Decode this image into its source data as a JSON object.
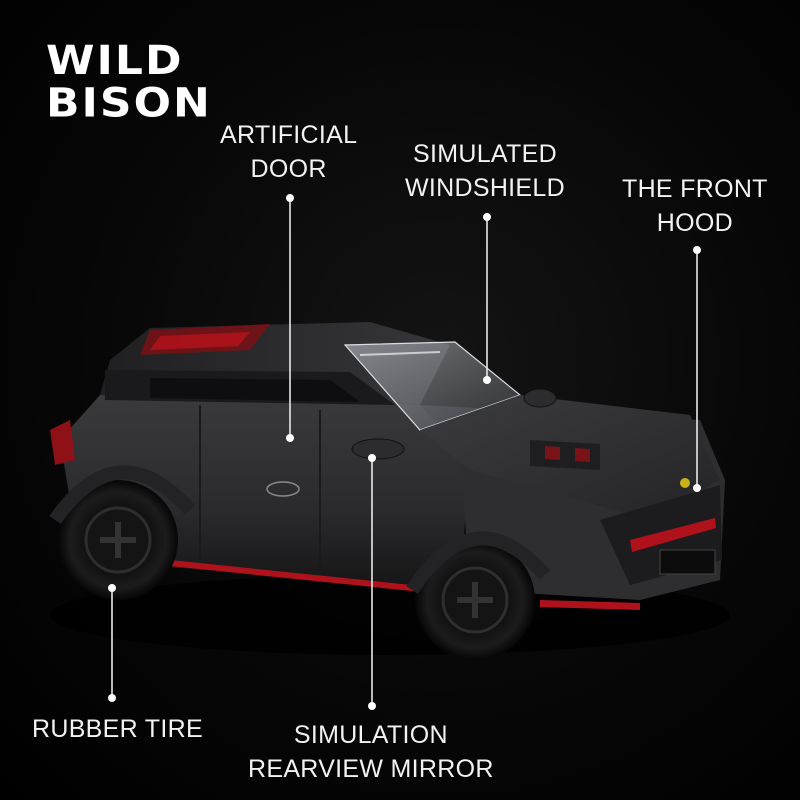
{
  "brand": {
    "line1": "WILD",
    "line2": "BISON"
  },
  "callouts": {
    "artificial_door": [
      "ARTIFICIAL",
      "DOOR"
    ],
    "simulated_windshield": [
      "SIMULATED",
      "WINDSHIELD"
    ],
    "front_hood": [
      "THE FRONT",
      "HOOD"
    ],
    "rubber_tire": [
      "RUBBER TIRE"
    ],
    "rearview_mirror": [
      "SIMULATION",
      "REARVIEW MIRROR"
    ]
  },
  "colors": {
    "background": "#000000",
    "car_body": "#2b2b2d",
    "accent_red": "#c0121c",
    "text": "#ffffff"
  }
}
